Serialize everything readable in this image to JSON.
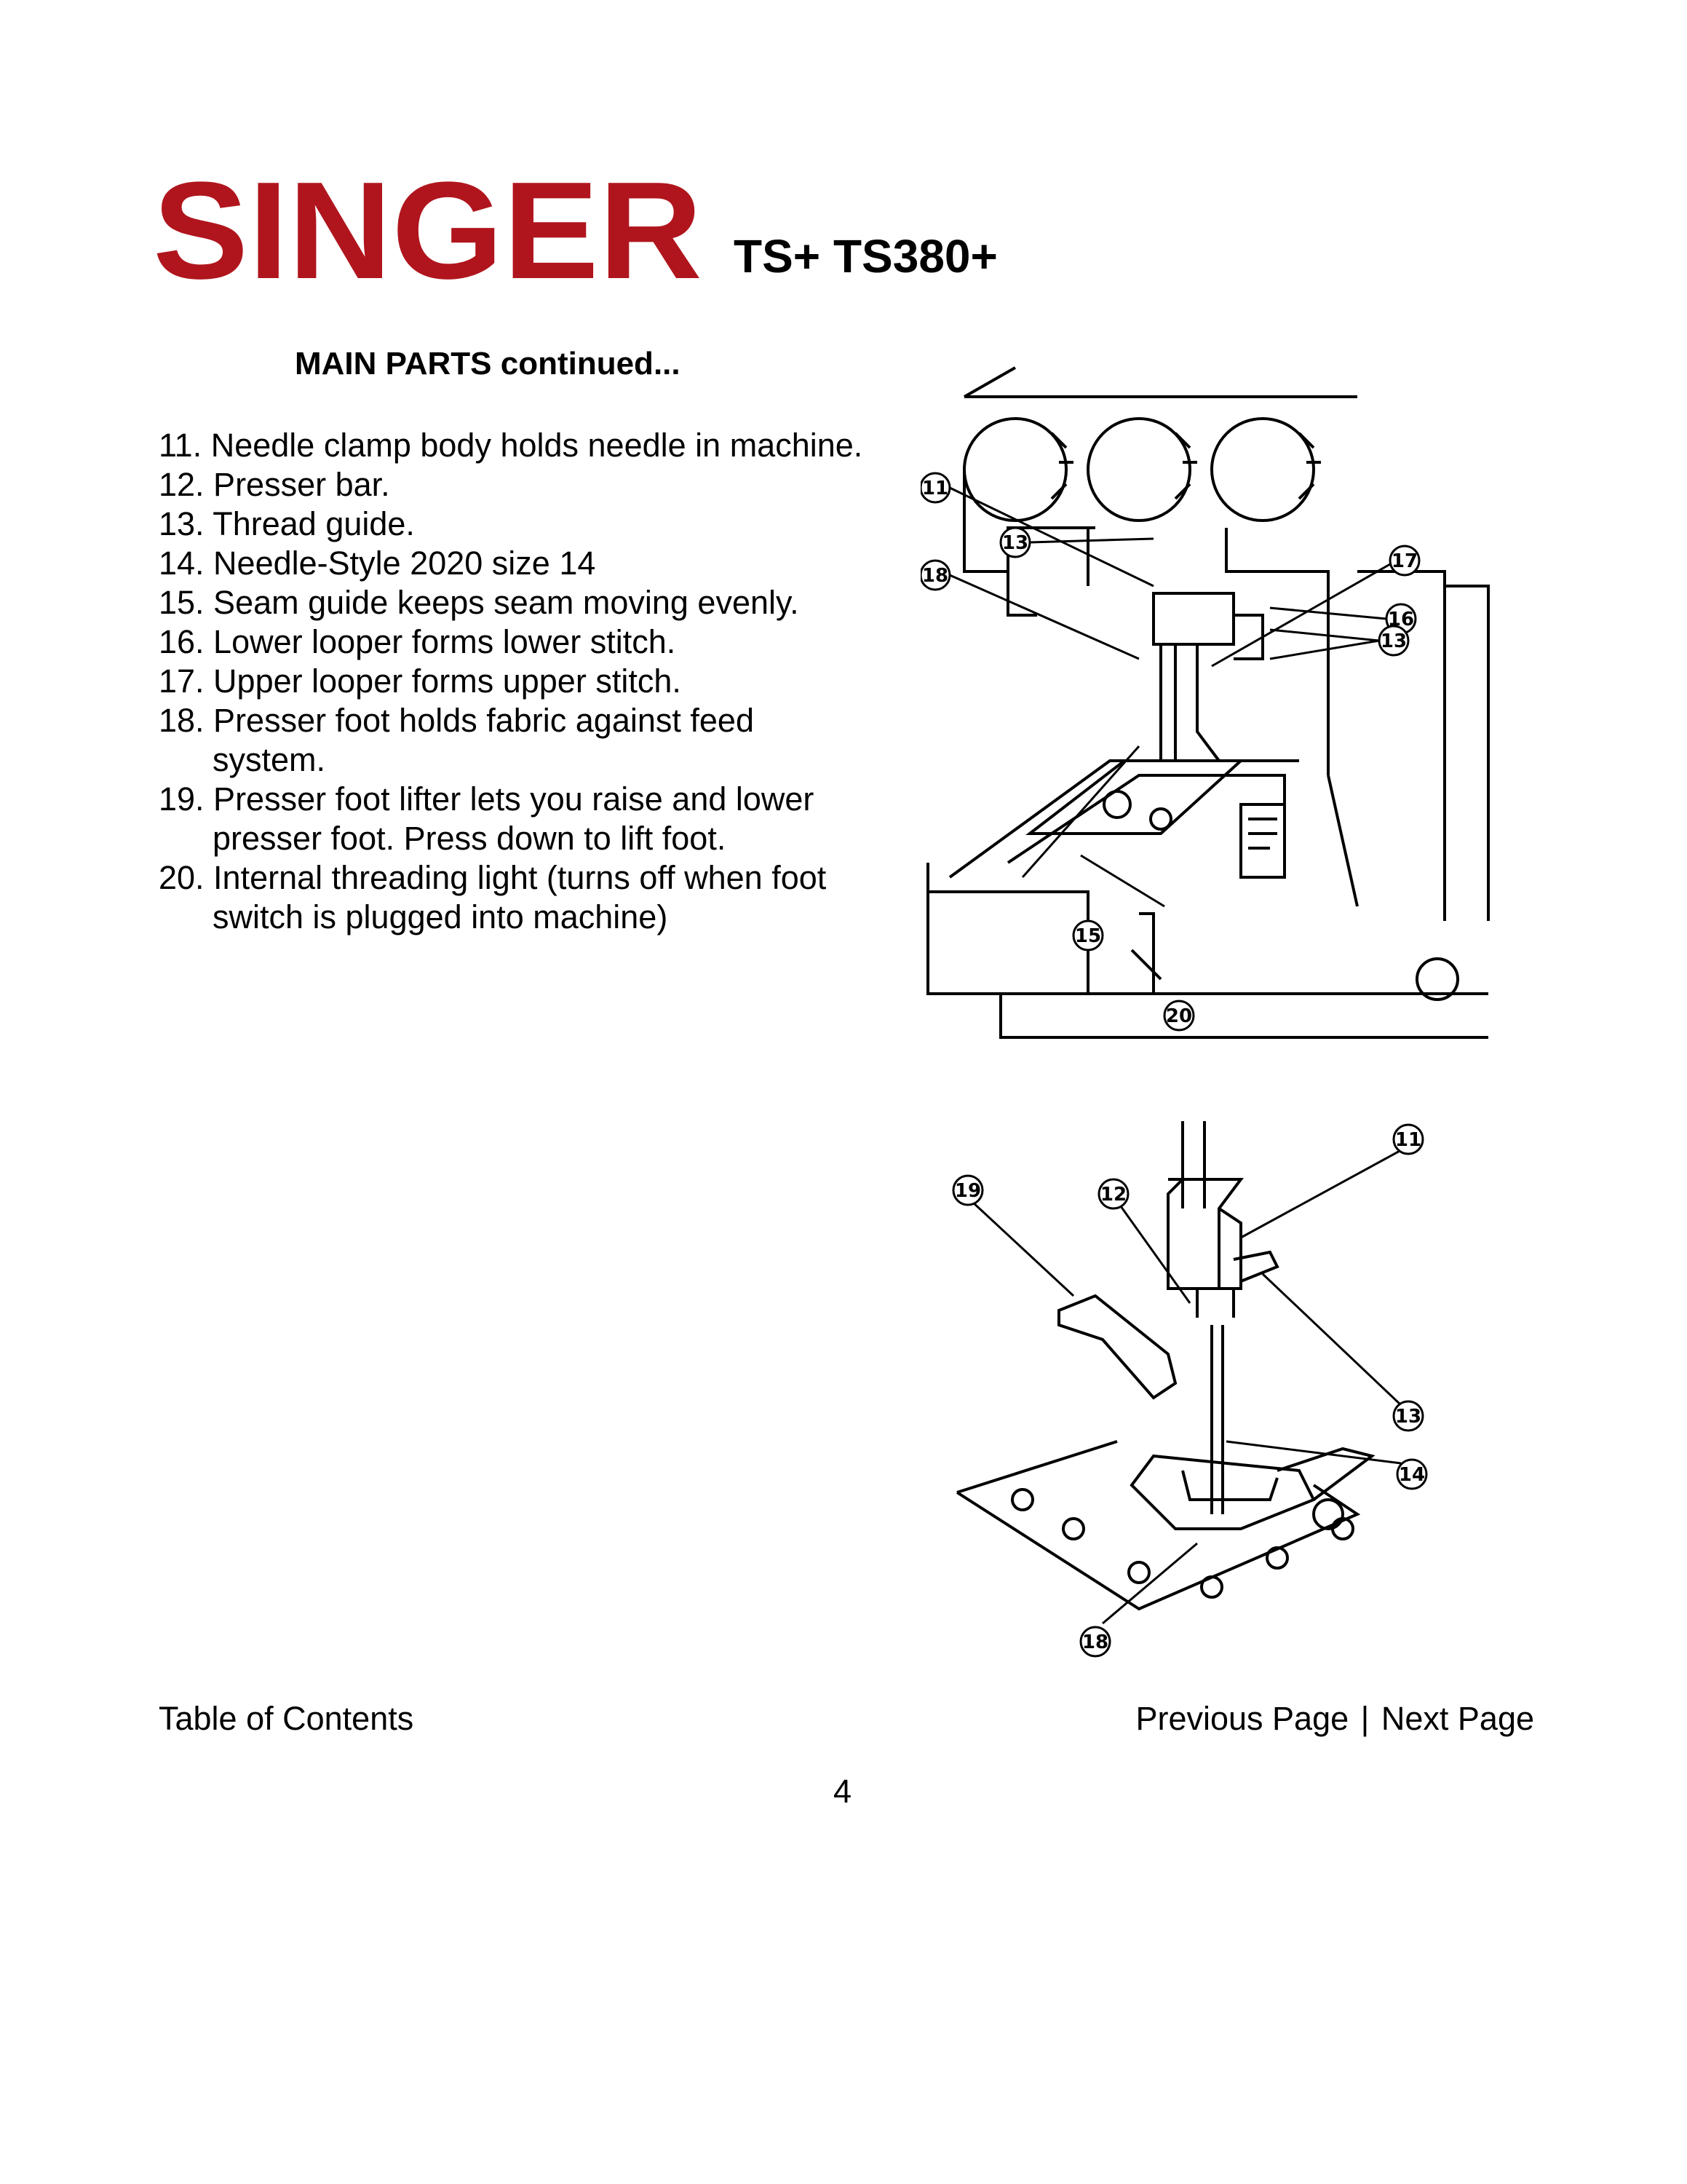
{
  "header": {
    "brand": "SINGER",
    "brand_color": "#b0151d",
    "model": "TS+ TS380+"
  },
  "section": {
    "title": "MAIN PARTS continued..."
  },
  "parts": [
    "11. Needle clamp body holds needle in machine.",
    "12. Presser bar.",
    "13. Thread guide.",
    "14. Needle-Style 2020 size 14",
    "15. Seam guide keeps seam moving evenly.",
    "16. Lower looper forms lower stitch.",
    "17. Upper looper forms upper stitch.",
    "18. Presser foot holds fabric against feed system.",
    "19. Presser foot lifter lets you raise and lower presser foot. Press down to lift foot.",
    "20. Internal threading light (turns off when foot switch is plugged into machine)"
  ],
  "figures": {
    "top_callouts": [
      "11",
      "13",
      "18",
      "17",
      "16",
      "13",
      "15",
      "20"
    ],
    "bottom_callouts": [
      "11",
      "19",
      "12",
      "13",
      "14",
      "18"
    ]
  },
  "footer": {
    "toc_link": "Table of Contents",
    "prev_link": "Previous Page",
    "separator": "|",
    "next_link": "Next Page",
    "page_number": "4"
  }
}
